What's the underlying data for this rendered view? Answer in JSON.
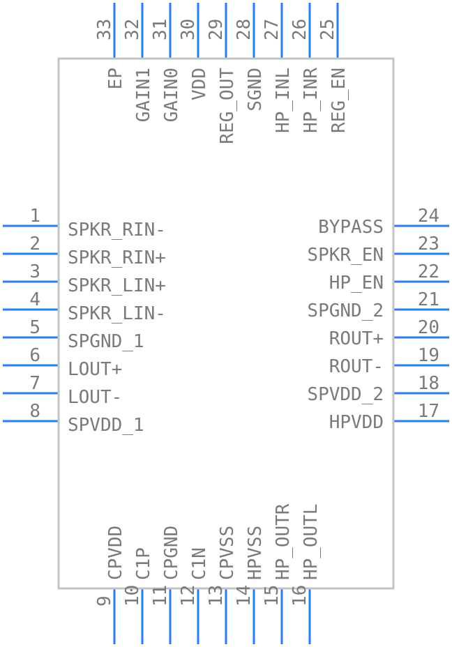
{
  "colors": {
    "pin": "#2d7ee8",
    "body_outline": "#c4c4c4",
    "text": "#7a7a7a"
  },
  "pins": {
    "left": [
      {
        "num": "1",
        "name": "SPKR_RIN-"
      },
      {
        "num": "2",
        "name": "SPKR_RIN+"
      },
      {
        "num": "3",
        "name": "SPKR_LIN+"
      },
      {
        "num": "4",
        "name": "SPKR_LIN-"
      },
      {
        "num": "5",
        "name": "SPGND_1"
      },
      {
        "num": "6",
        "name": "LOUT+"
      },
      {
        "num": "7",
        "name": "LOUT-"
      },
      {
        "num": "8",
        "name": "SPVDD_1"
      }
    ],
    "bottom": [
      {
        "num": "9",
        "name": "CPVDD"
      },
      {
        "num": "10",
        "name": "C1P"
      },
      {
        "num": "11",
        "name": "CPGND"
      },
      {
        "num": "12",
        "name": "C1N"
      },
      {
        "num": "13",
        "name": "CPVSS"
      },
      {
        "num": "14",
        "name": "HPVSS"
      },
      {
        "num": "15",
        "name": "HP_OUTR"
      },
      {
        "num": "16",
        "name": "HP_OUTL"
      }
    ],
    "right": [
      {
        "num": "17",
        "name": "HPVDD"
      },
      {
        "num": "18",
        "name": "SPVDD_2"
      },
      {
        "num": "19",
        "name": "ROUT-"
      },
      {
        "num": "20",
        "name": "ROUT+"
      },
      {
        "num": "21",
        "name": "SPGND_2"
      },
      {
        "num": "22",
        "name": "HP_EN"
      },
      {
        "num": "23",
        "name": "SPKR_EN"
      },
      {
        "num": "24",
        "name": "BYPASS"
      }
    ],
    "top": [
      {
        "num": "25",
        "name": "REG_EN"
      },
      {
        "num": "26",
        "name": "HP_INR"
      },
      {
        "num": "27",
        "name": "HP_INL"
      },
      {
        "num": "28",
        "name": "SGND"
      },
      {
        "num": "29",
        "name": "REG_OUT"
      },
      {
        "num": "30",
        "name": "VDD"
      },
      {
        "num": "31",
        "name": "GAIN0"
      },
      {
        "num": "32",
        "name": "GAIN1"
      },
      {
        "num": "33",
        "name": "EP"
      }
    ]
  }
}
